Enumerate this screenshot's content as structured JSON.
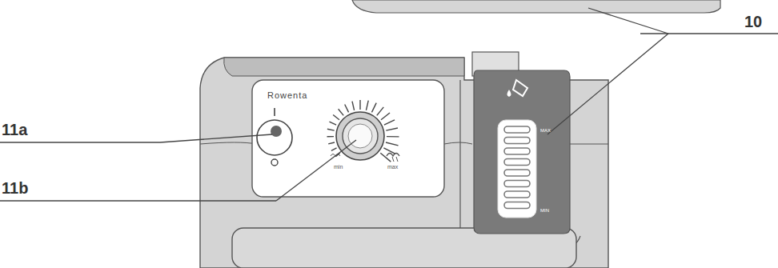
{
  "diagram": {
    "labels": [
      "10",
      "11a",
      "11b",
      "Rowenta",
      "min",
      "max",
      "MAX",
      "MIN"
    ]
  }
}
